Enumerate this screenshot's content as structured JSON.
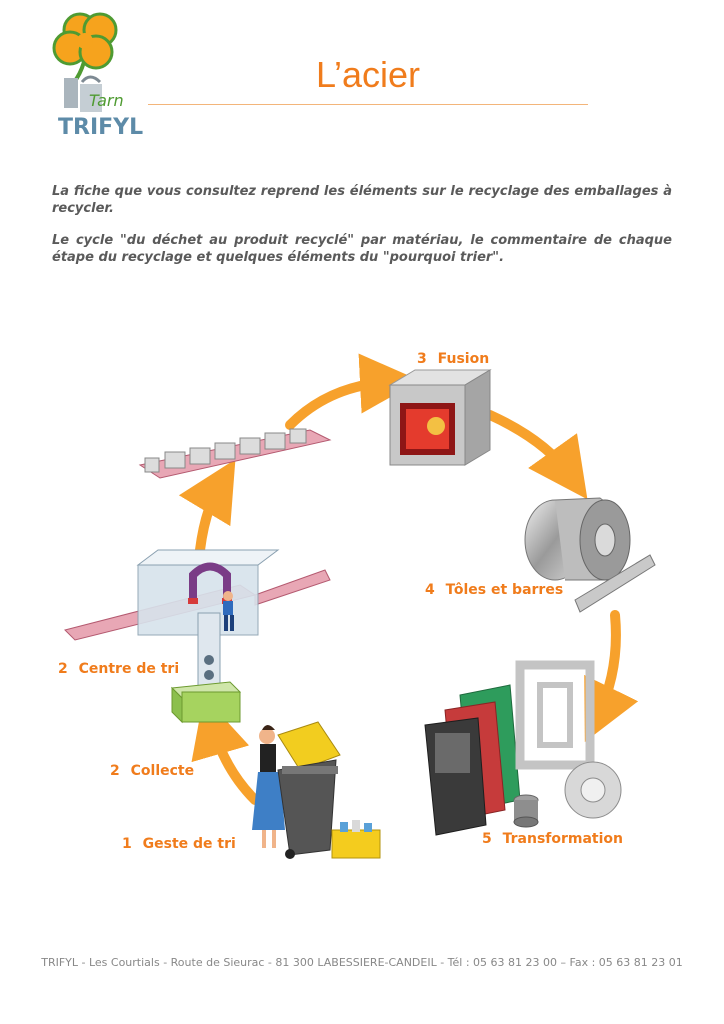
{
  "logo": {
    "script_text": "Tarn",
    "brand_text": "TRIFYL"
  },
  "title": "L’acier",
  "intro": {
    "paragraph1": "La fiche que vous consultez reprend les éléments sur le recyclage des emballages à recycler.",
    "paragraph2": "Le cycle \"du déchet au produit recyclé\" par matériau, le commentaire de chaque étape du recyclage et quelques éléments du \"pourquoi trier\"."
  },
  "cycle": {
    "steps": [
      {
        "number": "3",
        "label": "Fusion"
      },
      {
        "number": "4",
        "label": "Tôles et barres"
      },
      {
        "number": "2",
        "label": "Centre de tri"
      },
      {
        "number": "2",
        "label": "Collecte"
      },
      {
        "number": "1",
        "label": "Geste de tri"
      },
      {
        "number": "5",
        "label": "Transformation"
      }
    ]
  },
  "footer": "TRIFYL - Les Courtials - Route de Sieurac - 81 300 LABESSIERE-CANDEIL - Tél : 05 63 81 23 00 – Fax : 05 63 81 23 01",
  "colors": {
    "accent": "#f07c1c",
    "arrow": "#f7a12c",
    "text": "#5a5a5a"
  }
}
